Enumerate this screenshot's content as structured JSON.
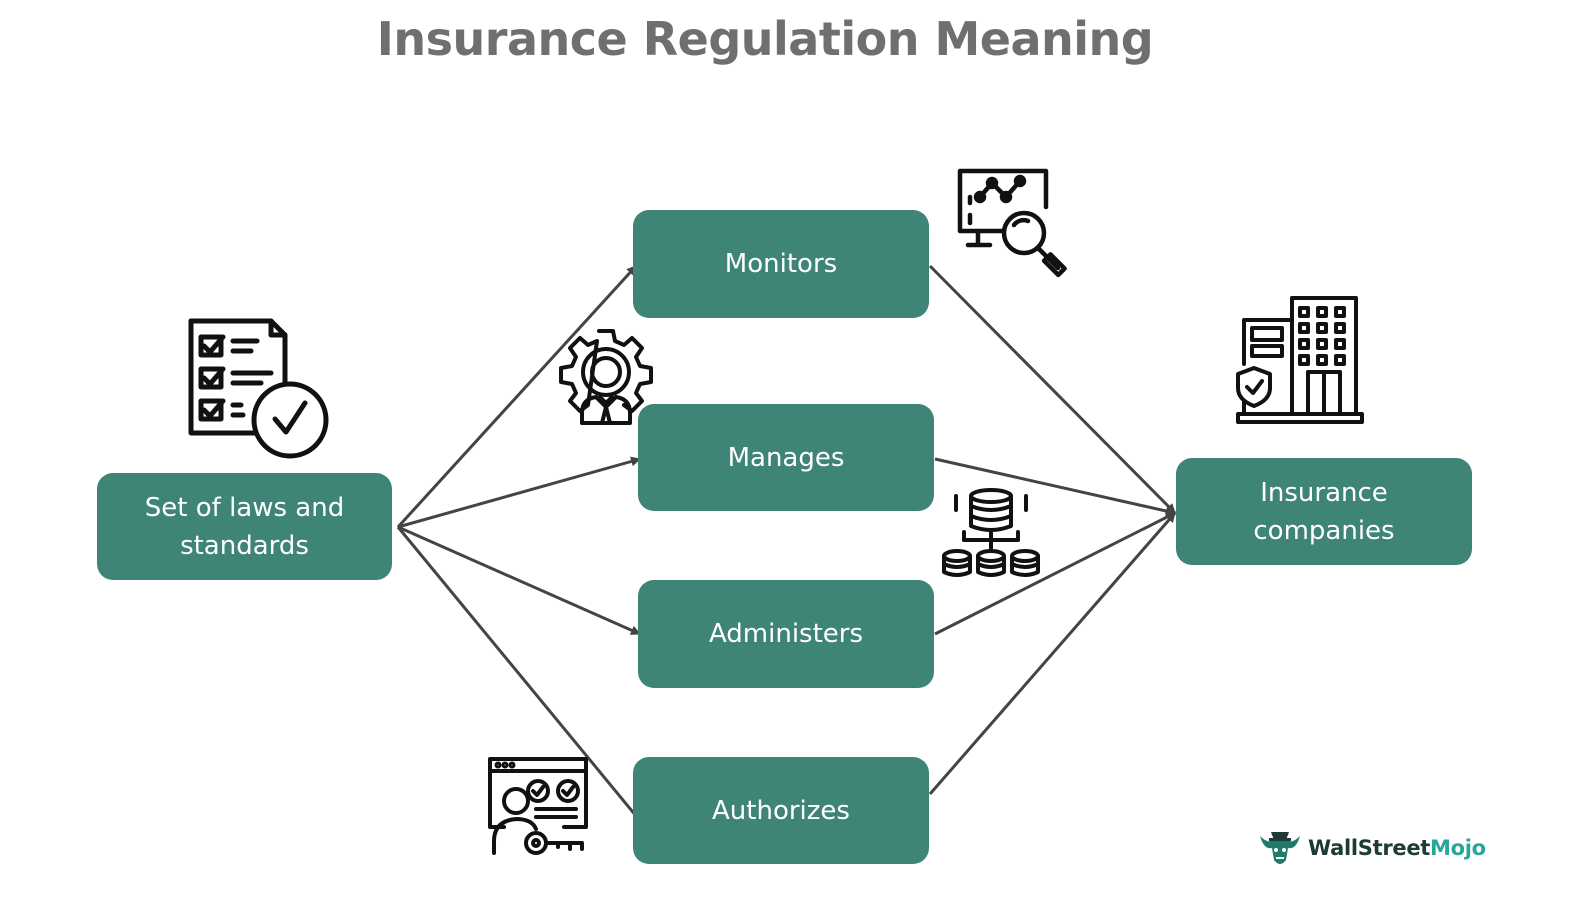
{
  "title": "Insurance Regulation Meaning",
  "nodes": {
    "source": {
      "lines": [
        "Set of laws and",
        "standards"
      ]
    },
    "monitors": {
      "label": "Monitors"
    },
    "manages": {
      "label": "Manages"
    },
    "administers": {
      "label": "Administers"
    },
    "authorizes": {
      "label": "Authorizes"
    },
    "target": {
      "lines": [
        "Insurance",
        "companies"
      ]
    }
  },
  "icons": {
    "source": "checklist-approved-icon",
    "monitors": "analytics-search-icon",
    "manages": "manager-gear-icon",
    "administers": "database-coins-icon",
    "authorizes": "identity-access-key-icon",
    "target": "insurance-building-icon"
  },
  "edges": [
    {
      "from": "source",
      "to": "monitors"
    },
    {
      "from": "source",
      "to": "manages"
    },
    {
      "from": "source",
      "to": "administers"
    },
    {
      "from": "source",
      "to": "authorizes"
    },
    {
      "from": "monitors",
      "to": "target"
    },
    {
      "from": "manages",
      "to": "target"
    },
    {
      "from": "administers",
      "to": "target"
    },
    {
      "from": "authorizes",
      "to": "target"
    }
  ],
  "colors": {
    "box": "#3e8577",
    "title": "#6f6f6f",
    "arrow": "#444444",
    "icon": "#111111"
  },
  "logo": {
    "part1": "WallStreet",
    "part2": "Mojo"
  }
}
